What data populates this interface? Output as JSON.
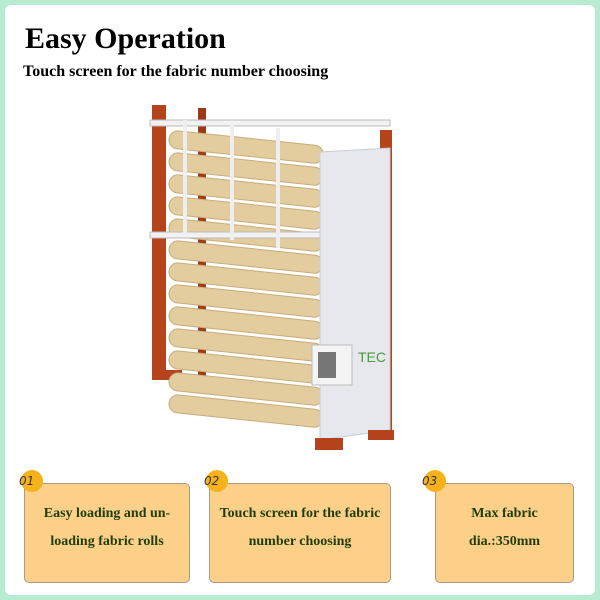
{
  "header": {
    "title": "Easy Operation",
    "subtitle": "Touch screen for the fabric number choosing"
  },
  "machine": {
    "brand": "TEC"
  },
  "features": [
    {
      "num": "01",
      "text": "Easy loading and un- loading fabric rolls"
    },
    {
      "num": "02",
      "text": "Touch screen for the fabric number choosing"
    },
    {
      "num": "03",
      "text": "Max fabric dia.:350mm"
    }
  ],
  "colors": {
    "background": "#b8ecd2",
    "box": "#fdd089",
    "badge": "#f6b21a",
    "text": "#1f3d0a"
  }
}
